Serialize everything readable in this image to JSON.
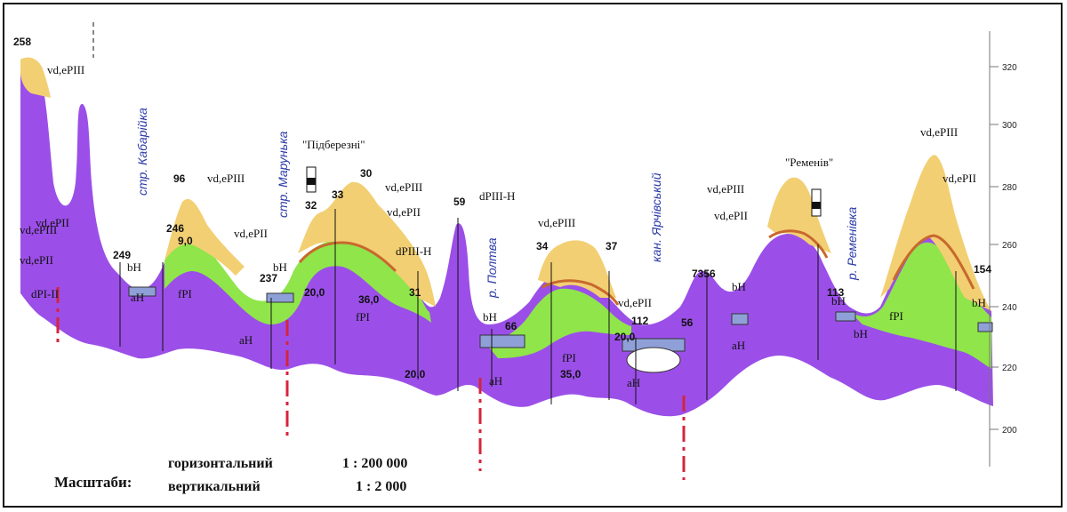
{
  "axis": {
    "ticks": [
      "320",
      "300",
      "280",
      "260",
      "240",
      "220",
      "200"
    ]
  },
  "villages": [
    "\"Підберезні\"",
    "\"Ременів\""
  ],
  "rivers": [
    "стр. Кабарійка",
    "стр. Марунька",
    "р. Полтва",
    "кан. Ярчівський",
    "р. Ременівка"
  ],
  "numbers": [
    "258",
    "96",
    "246",
    "249",
    "237",
    "32",
    "33",
    "30",
    "59",
    "31",
    "34",
    "37",
    "66",
    "112",
    "56",
    "7356",
    "113",
    "154",
    "20,0",
    "36,0",
    "9,0",
    "20,0",
    "35,0",
    "20,0"
  ],
  "layers": [
    "vd,ePIII",
    "vd,ePII",
    "vd,ePIII",
    "vd,ePII",
    "vd,ePIII",
    "vd,ePII",
    "vd,ePIII",
    "vd,ePII",
    "vd,ePIII",
    "vd,ePII",
    "vd,ePIII",
    "vd,ePII",
    "vd,ePIII",
    "vd,ePII",
    "dPIII-H",
    "dPI-II",
    "bH",
    "bH",
    "bH",
    "bH",
    "bH",
    "bH",
    "bH",
    "aH",
    "aH",
    "aH",
    "aH",
    "aH",
    "fPI",
    "fPI",
    "fPI",
    "fPI",
    "dPIII-H"
  ],
  "scale": {
    "title": "Масштаби:",
    "horizontal_label": "горизонтальний",
    "horizontal_value": "1 : 200 000",
    "vertical_label": "вертикальний",
    "vertical_value": "1 : 2 000"
  },
  "colors": {
    "bedrock": "#9b4fe8",
    "loess": "#f2cf72",
    "sandy": "#8fe54a",
    "soil": "#c8682e",
    "alluvium": "#8fa0d8",
    "boreline": "#d6243c"
  }
}
